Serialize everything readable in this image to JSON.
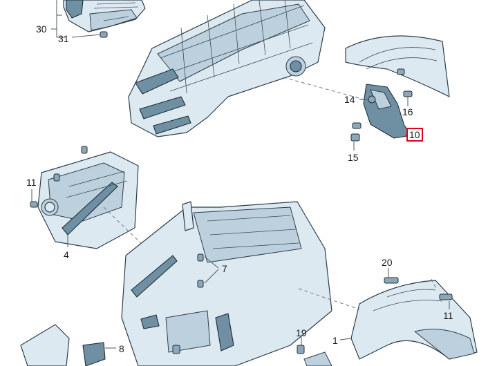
{
  "callouts": {
    "c30": "30",
    "c31": "31",
    "c14": "14",
    "c16": "16",
    "c10": "10",
    "c15": "15",
    "c11a": "11",
    "c4": "4",
    "c7": "7",
    "c20": "20",
    "c11b": "11",
    "c1": "1",
    "c19": "19",
    "c8": "8"
  },
  "highlight_color": "#e0001b"
}
